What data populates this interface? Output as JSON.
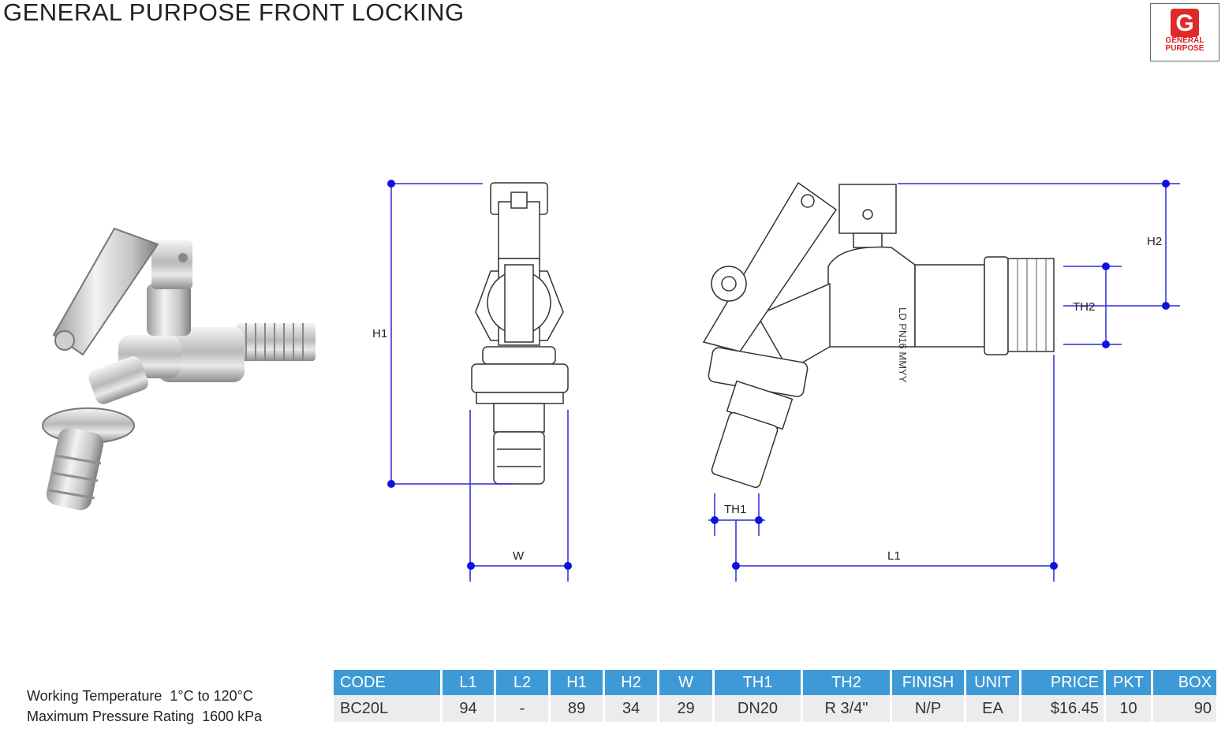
{
  "page": {
    "title": "GENERAL PURPOSE FRONT LOCKING"
  },
  "badge": {
    "letter": "G",
    "line1": "GENERAL",
    "line2": "PURPOSE",
    "color": "#e02a2a"
  },
  "product_image": {
    "icon": "front-locking-tap-photo"
  },
  "dimensions": {
    "h1": "H1",
    "h2": "H2",
    "w": "W",
    "th1": "TH1",
    "th2": "TH2",
    "l1": "L1"
  },
  "specs": {
    "temperature_label": "Working Temperature",
    "temperature_value": "1°C to 120°C",
    "pressure_label": "Maximum Pressure Rating",
    "pressure_value": "1600 kPa"
  },
  "table": {
    "header_color": "#3e9ad6",
    "columns": [
      "CODE",
      "L1",
      "L2",
      "H1",
      "H2",
      "W",
      "TH1",
      "TH2",
      "FINISH",
      "UNIT",
      "PRICE",
      "PKT",
      "BOX"
    ],
    "rows": [
      [
        "BC20L",
        "94",
        "-",
        "89",
        "34",
        "29",
        "DN20",
        "R 3/4\"",
        "N/P",
        "EA",
        "$16.45",
        "10",
        "90"
      ]
    ]
  }
}
